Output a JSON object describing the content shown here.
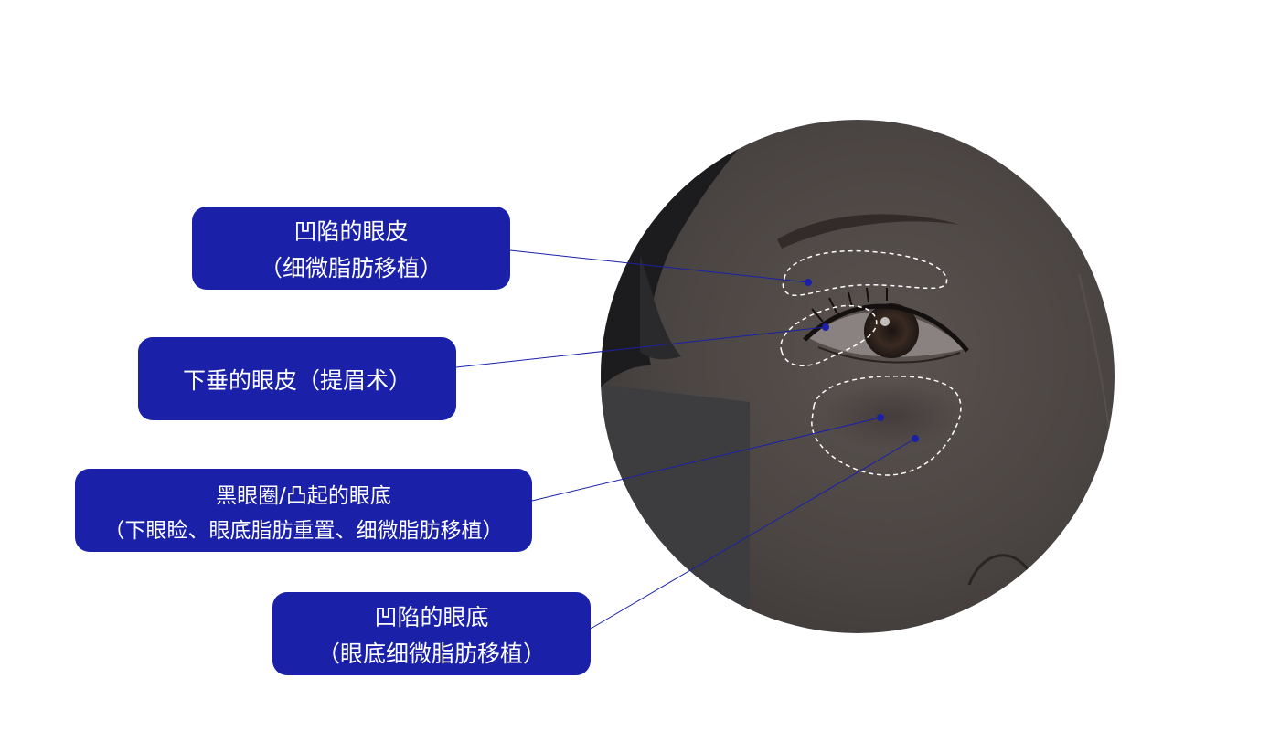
{
  "labels": [
    {
      "id": "concave-upper-eyelid",
      "line1": "凹陷的眼皮",
      "line2": "（细微脂肪移植）"
    },
    {
      "id": "drooping-eyelid",
      "line1": "下垂的眼皮（提眉术）",
      "line2": ""
    },
    {
      "id": "dark-circles",
      "line1": "黑眼圈/凸起的眼底",
      "line2": "（下眼睑、眼底脂肪重置、细微脂肪移植）"
    },
    {
      "id": "concave-under-eye",
      "line1": "凹陷的眼底",
      "line2": "（眼底细微脂肪移植）"
    }
  ],
  "colors": {
    "label_background": "#1a20a8",
    "label_text": "#ffffff",
    "connector_line": "#1a20a8",
    "marker_dot": "#1a20a8",
    "zone_outline": "#ffffff",
    "photo_overlay": "#3a3a3a"
  }
}
